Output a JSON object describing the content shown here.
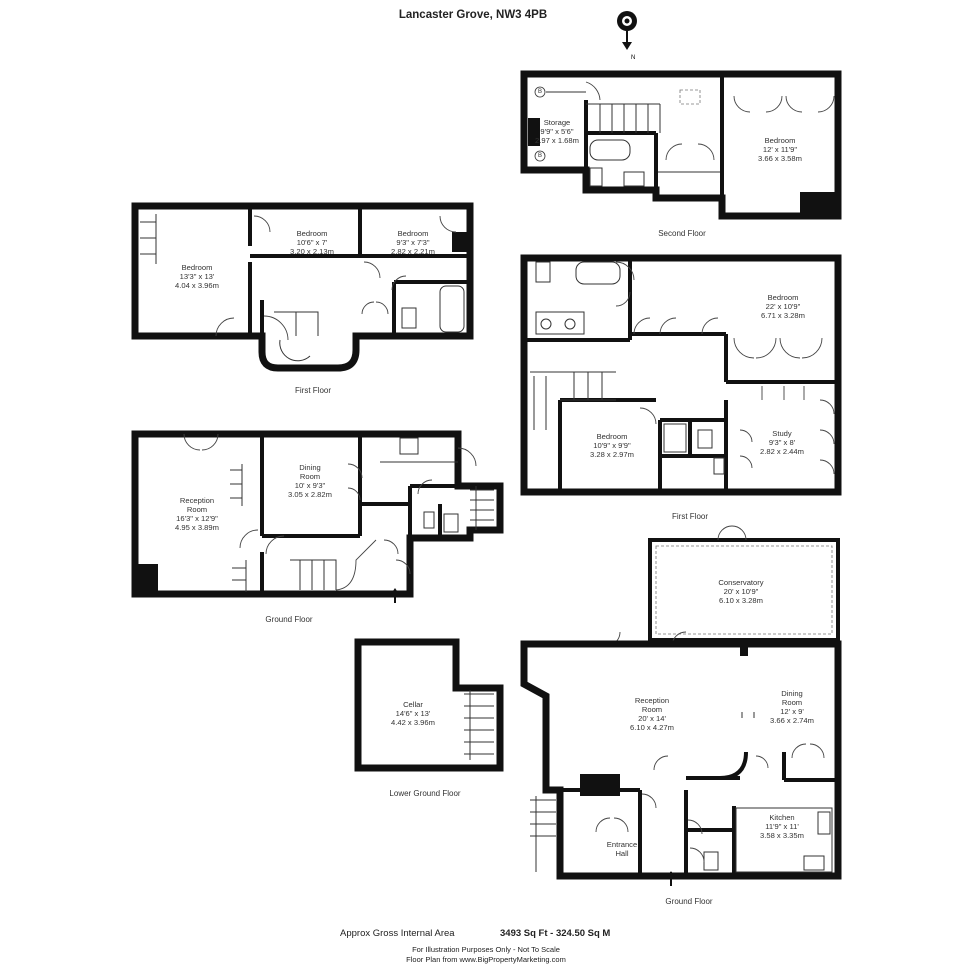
{
  "title": "Lancaster Grove, NW3 4PB",
  "floors": {
    "second": "Second Floor",
    "first_left": "First Floor",
    "first_right": "First Floor",
    "ground_left": "Ground Floor",
    "ground_right": "Ground Floor",
    "lower": "Lower Ground Floor"
  },
  "rooms": {
    "storage": [
      "Storage",
      "9'9\" x 5'6\"",
      "2.97 x 1.68m"
    ],
    "bed_second": [
      "Bedroom",
      "12' x 11'9\"",
      "3.66 x 3.58m"
    ],
    "bed_ff1": [
      "Bedroom",
      "13'3\" x 13'",
      "4.04 x 3.96m"
    ],
    "bed_ff2": [
      "Bedroom",
      "10'6\" x 7'",
      "3.20 x 2.13m"
    ],
    "bed_ff3": [
      "Bedroom",
      "9'3\" x 7'3\"",
      "2.82 x 2.21m"
    ],
    "bed_rf1": [
      "Bedroom",
      "22' x 10'9\"",
      "6.71 x 3.28m"
    ],
    "bed_rf2": [
      "Bedroom",
      "10'9\" x 9'9\"",
      "3.28 x 2.97m"
    ],
    "study": [
      "Study",
      "9'3\" x 8'",
      "2.82 x 2.44m"
    ],
    "reception_gl": [
      "Reception",
      "Room",
      "16'3\" x 12'9\"",
      "4.95 x 3.89m"
    ],
    "dining_gl": [
      "Dining",
      "Room",
      "10' x 9'3\"",
      "3.05 x 2.82m"
    ],
    "cellar": [
      "Cellar",
      "14'6\" x 13'",
      "4.42 x 3.96m"
    ],
    "conservatory": [
      "Conservatory",
      "20' x 10'9\"",
      "6.10 x 3.28m"
    ],
    "reception_gr": [
      "Reception",
      "Room",
      "20' x 14'",
      "6.10 x 4.27m"
    ],
    "dining_gr": [
      "Dining",
      "Room",
      "12' x 9'",
      "3.66 x 2.74m"
    ],
    "kitchen": [
      "Kitchen",
      "11'9\" x 11'",
      "3.58 x 3.35m"
    ],
    "entrance": [
      "Entrance",
      "Hall"
    ]
  },
  "symbols": {
    "boiler": "B"
  },
  "footer": {
    "area_label": "Approx Gross Internal Area",
    "area_value": "3493 Sq Ft - 324.50 Sq M",
    "disclaimer": "For Illustration Purposes Only - Not To Scale",
    "credit": "Floor Plan from www.BigPropertyMarketing.com"
  },
  "icons": {
    "compass": "eye-north-icon",
    "entrance": "entrance-arrow-icon"
  }
}
